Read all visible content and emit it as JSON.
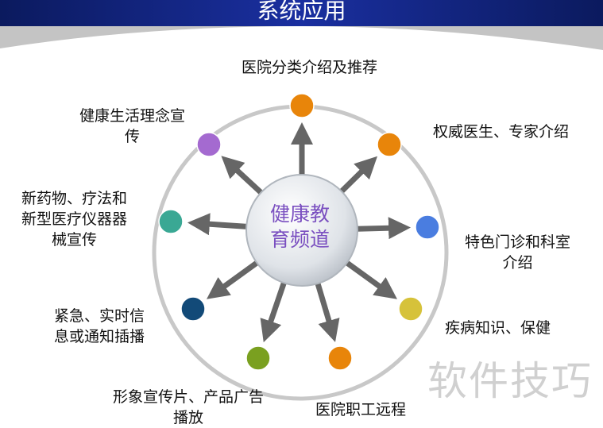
{
  "header": {
    "title": "系统应用"
  },
  "center": {
    "line1": "健康教",
    "line2": "育频道"
  },
  "nodes": [
    {
      "label": "医院分类介绍及推荐",
      "color": "#e8850a"
    },
    {
      "label": "权威医生、专家介绍",
      "color": "#e8850a"
    },
    {
      "label": "特色门诊和科室介绍",
      "line1": "特色门诊和科室",
      "line2": "介绍",
      "color": "#4a7de0"
    },
    {
      "label": "疾病知识、保健",
      "color": "#d6c23a"
    },
    {
      "label": "医院职工远程",
      "color": "#e8850a"
    },
    {
      "label": "形象宣传片、产品广告播放",
      "line1": "形象宣传片、产品广告",
      "line2": "播放",
      "color": "#7aa020"
    },
    {
      "label": "紧急、实时信息或通知插播",
      "line1": "紧急、实时信",
      "line2": "息或通知插播",
      "color": "#124a78"
    },
    {
      "label": "新药物、疗法和新型医疗仪器器械宣传",
      "line1": "新药物、疗法和",
      "line2": "新型医疗仪器器",
      "line3": "械宣传",
      "color": "#3aa894"
    },
    {
      "label": "健康生活理念宣传",
      "line1": "健康生活理念宣",
      "line2": "传",
      "color": "#a46ad0"
    }
  ],
  "watermark": "软件技巧"
}
